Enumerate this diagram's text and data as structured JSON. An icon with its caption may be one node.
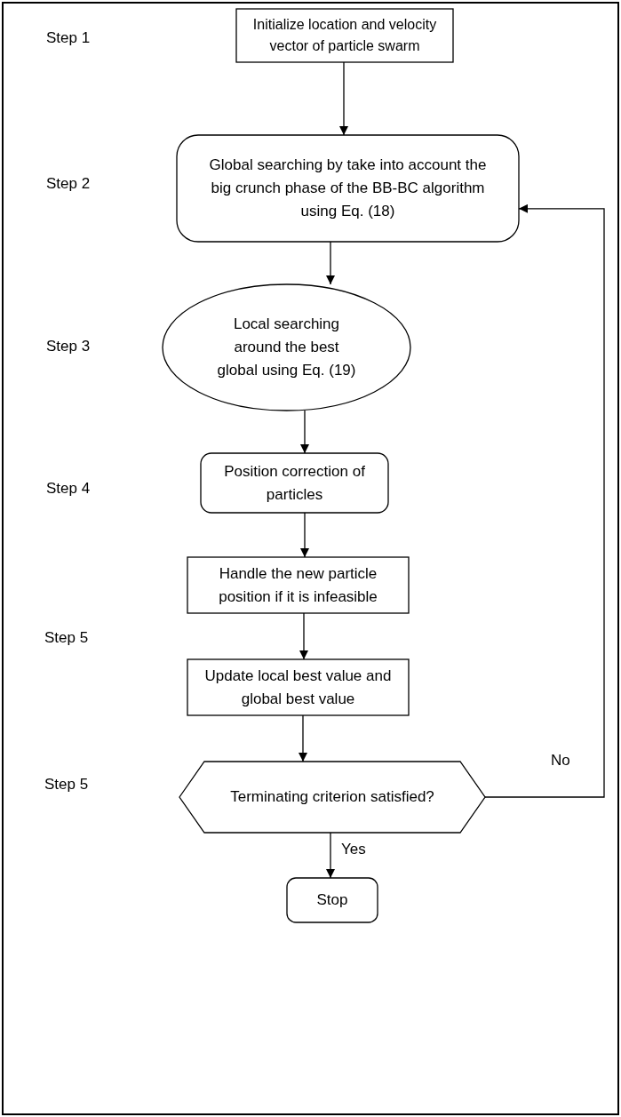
{
  "diagram": {
    "nodes": [
      {
        "text": [
          "Initialize location and velocity vector of particle swarm"
        ]
      },
      {
        "text": [
          "Global searching by take into account the big crunch phase of the BB-BC algorithm using Eq. (18)"
        ]
      },
      {
        "text": [
          "Local searching around the best global using Eq. (19)"
        ]
      },
      {
        "text": [
          "Position correction of particles"
        ]
      },
      {
        "text": [
          "Handle the new particle position if it is infeasible"
        ]
      },
      {
        "text": [
          "Update local best value and global best value"
        ]
      },
      {
        "text": [
          "Terminating criterion satisfied?"
        ]
      },
      {
        "text": [
          "Stop"
        ]
      }
    ],
    "edges": [
      {
        "from": 0,
        "to": 1,
        "arrow": "to"
      },
      {
        "from": 1,
        "to": 2,
        "arrow": "to"
      },
      {
        "from": 2,
        "to": 3,
        "arrow": "to"
      },
      {
        "from": 3,
        "to": 4,
        "arrow": "to"
      },
      {
        "from": 4,
        "to": 5,
        "arrow": "to"
      },
      {
        "from": 5,
        "to": 6,
        "arrow": "to"
      },
      {
        "from": 6,
        "to": 7,
        "arrow": "to",
        "label": "Yes"
      },
      {
        "from": 6,
        "to": 1,
        "arrow": "to",
        "label": "No"
      }
    ],
    "labels": [
      "Step 1",
      "Step 2",
      "Step 3",
      "Step 4",
      "Step 5",
      "Step 5"
    ]
  }
}
